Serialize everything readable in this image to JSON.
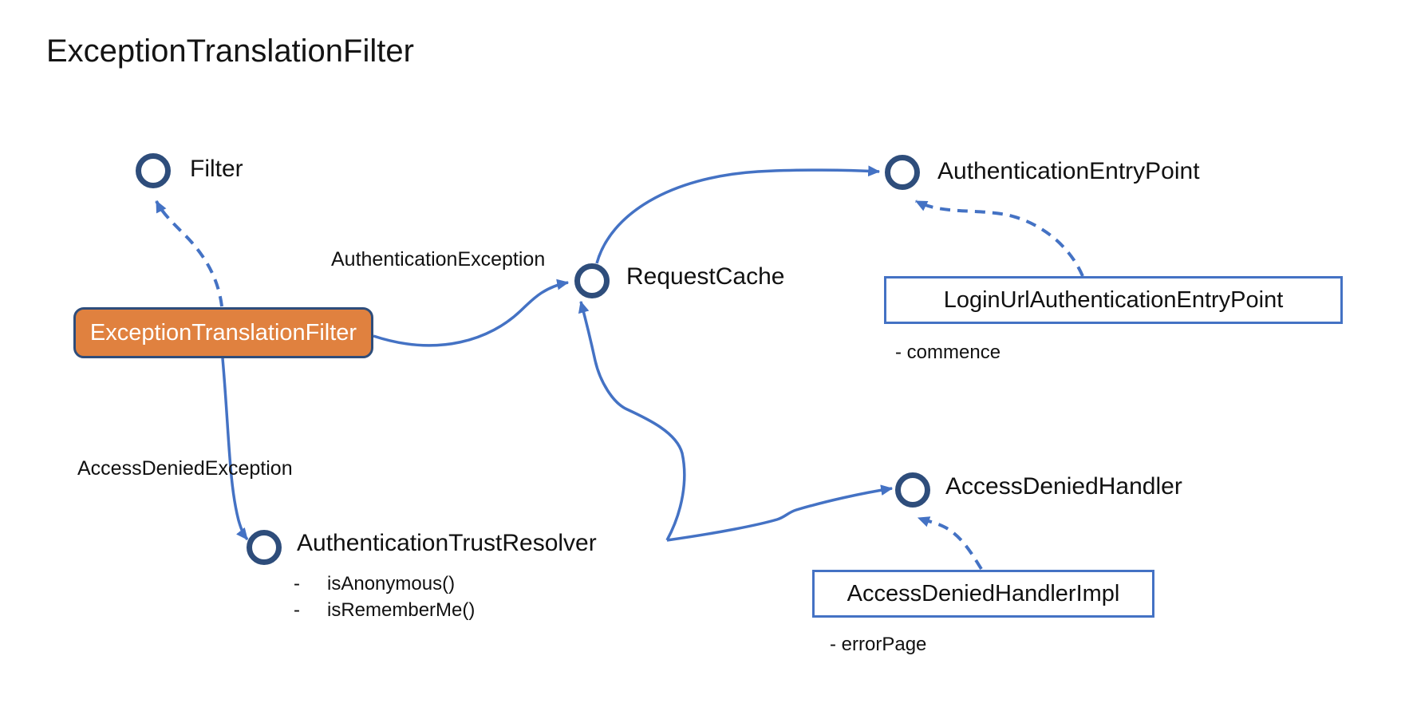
{
  "title": "ExceptionTranslationFilter",
  "ui": {
    "bullet_marker": "-"
  },
  "colors": {
    "connector_blue": "#4472C4",
    "circle_ring_navy": "#2E4D7B",
    "main_box_fill_orange": "#E0813F",
    "main_box_border": "#2E4D7B",
    "impl_box_border": "#4472C4",
    "text": "#111111"
  },
  "main_box": {
    "label": "ExceptionTranslationFilter"
  },
  "nodes": {
    "filter": {
      "label": "Filter"
    },
    "request_cache": {
      "label": "RequestCache"
    },
    "authentication_entry_point": {
      "label": "AuthenticationEntryPoint"
    },
    "access_denied_handler": {
      "label": "AccessDeniedHandler"
    },
    "authentication_trust_resolver": {
      "label": "AuthenticationTrustResolver",
      "methods": [
        "isAnonymous()",
        "isRememberMe()"
      ]
    }
  },
  "impl_boxes": {
    "login_url": {
      "label": "LoginUrlAuthenticationEntryPoint",
      "attribute": "- commence"
    },
    "adh_impl": {
      "label": "AccessDeniedHandlerImpl",
      "attribute": "- errorPage"
    }
  },
  "edge_labels": {
    "authentication_exception": "AuthenticationException",
    "access_denied_exception": "AccessDeniedException"
  }
}
